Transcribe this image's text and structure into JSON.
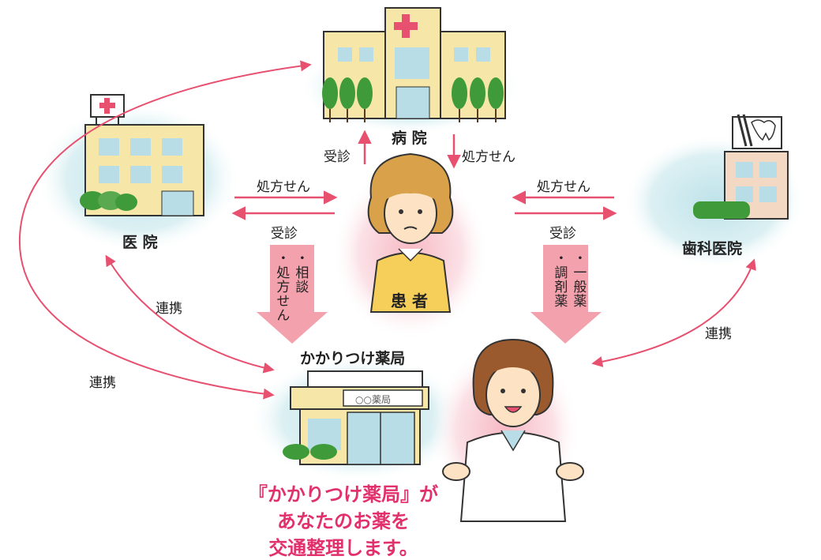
{
  "facilities": {
    "byoin": "病 院",
    "iin": "医 院",
    "shika": "歯科医院",
    "kakaritsuke": "かかりつけ薬局",
    "store_sign": "○○薬局"
  },
  "people": {
    "patient": "患 者"
  },
  "edges": {
    "top_left_jushin": "受診",
    "top_right_shohosen": "処方せん",
    "left_shohosen": "処方せん",
    "left_jushin": "受診",
    "right_shohosen": "処方せん",
    "right_jushin": "受診",
    "renkei_inner": "連携",
    "renkei_outer": "連携",
    "renkei_right": "連携"
  },
  "down_arrows": {
    "left_col1": "・相談",
    "left_col2": "・処方せん",
    "right_col1": "・一般薬",
    "right_col2": "・調剤薬"
  },
  "message": {
    "line1": "『かかりつけ薬局』が",
    "line2": "あなたのお薬を",
    "line3": "交通整理します。"
  },
  "colors": {
    "arrow": "#e8506f",
    "big_arrow": "#f2a1ad",
    "accent_text": "#e1306c",
    "building": "#f6e7a8",
    "window": "#b8dde6"
  }
}
